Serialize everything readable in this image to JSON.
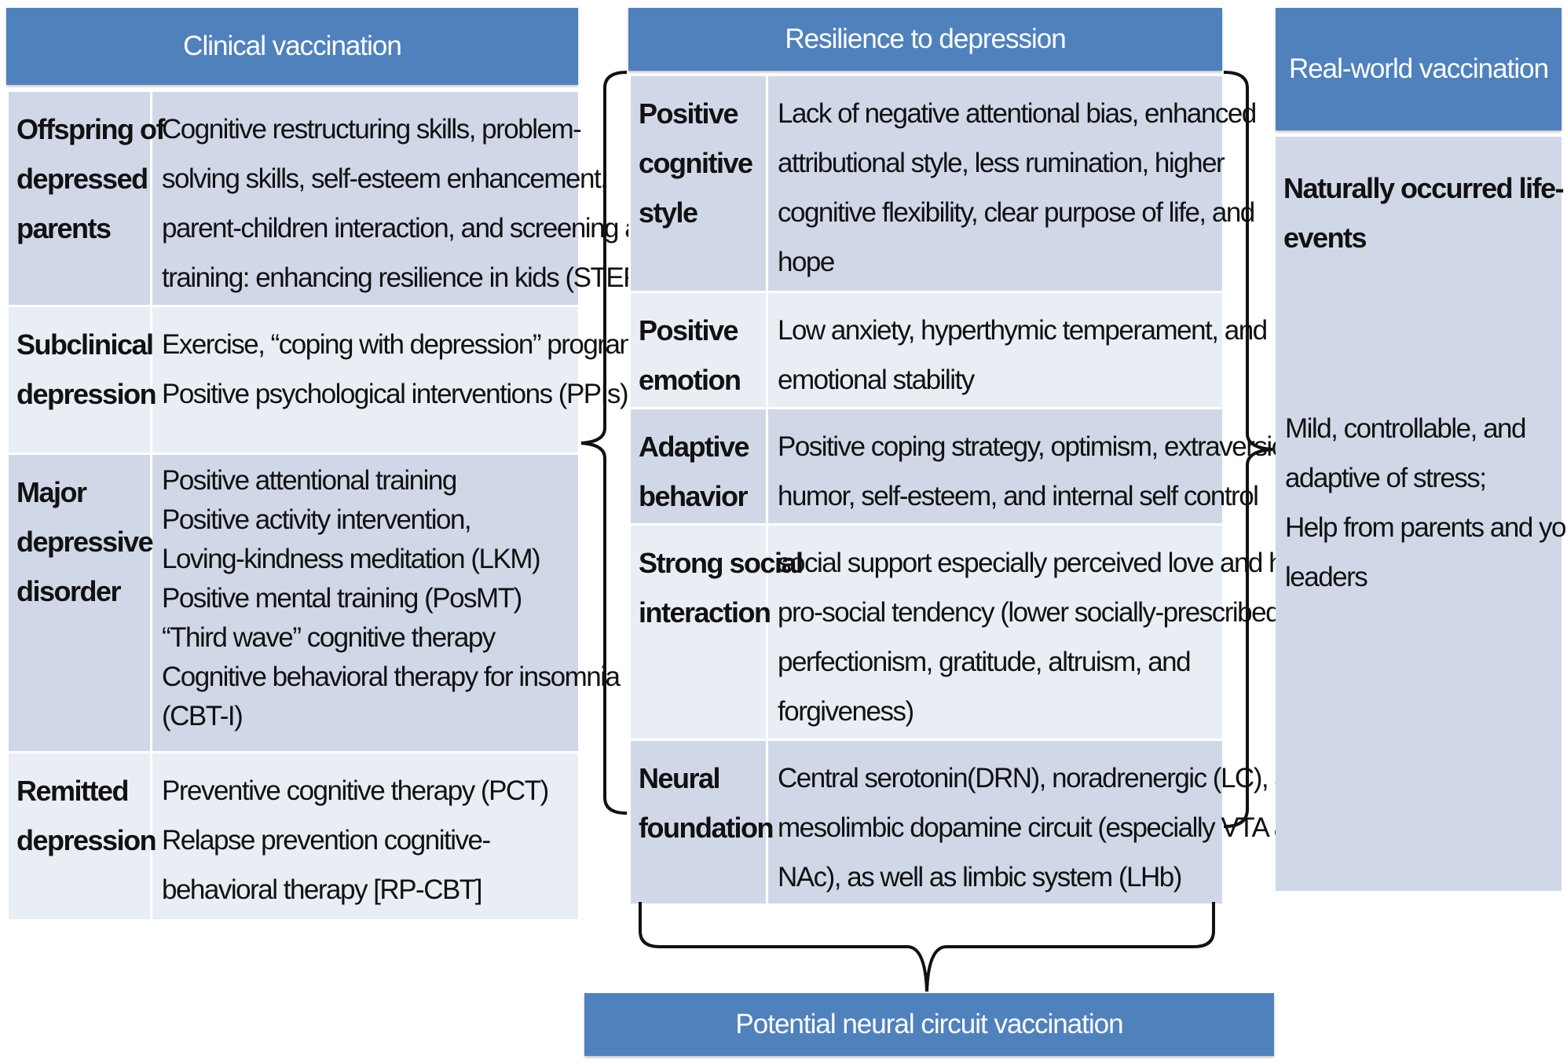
{
  "clinical": {
    "title": "Clinical vaccination",
    "rows": [
      {
        "label": [
          "Offspring of",
          "depressed",
          "parents"
        ],
        "text": [
          "Cognitive restructuring skills, problem-",
          "solving skills, self-esteem enhancement,",
          "parent-children interaction, and screening and",
          "training: enhancing resilience in kids (STERK)"
        ]
      },
      {
        "label": [
          "Subclinical",
          "depression"
        ],
        "text": [
          "Exercise, “coping with depression” program",
          "Positive psychological interventions (PPIs)"
        ]
      },
      {
        "label": [
          "Major",
          "depressive",
          "disorder"
        ],
        "text": [
          "Positive attentional training",
          "Positive activity intervention,",
          "Loving-kindness meditation (LKM)",
          "Positive mental training (PosMT)",
          "“Third wave” cognitive therapy",
          "Cognitive behavioral therapy for insomnia",
          "(CBT-I)"
        ]
      },
      {
        "label": [
          "Remitted",
          "depression"
        ],
        "text": [
          "Preventive cognitive therapy (PCT)",
          "Relapse prevention cognitive-",
          "behavioral therapy [RP-CBT]"
        ]
      }
    ]
  },
  "resilience": {
    "title": "Resilience to depression",
    "rows": [
      {
        "label": [
          "Positive",
          "cognitive",
          "style"
        ],
        "text": [
          "Lack of negative attentional bias, enhanced",
          "attributional style, less rumination, higher",
          "cognitive flexibility, clear purpose of life, and",
          "hope"
        ]
      },
      {
        "label": [
          "Positive",
          "emotion"
        ],
        "text": [
          "Low anxiety, hyperthymic temperament, and",
          "emotional stability"
        ]
      },
      {
        "label": [
          "Adaptive",
          "behavior"
        ],
        "text": [
          "Positive coping strategy, optimism, extraversion,",
          "humor, self-esteem, and internal self control"
        ]
      },
      {
        "label": [
          "Strong social",
          "interaction"
        ],
        "text": [
          "social support especially perceived love and high",
          "pro-social tendency (lower socially-prescribed",
          "perfectionism, gratitude, altruism, and",
          "forgiveness)"
        ]
      },
      {
        "label": [
          "Neural",
          "foundation"
        ],
        "text": [
          "Central serotonin(DRN), noradrenergic (LC), and",
          "mesolimbic dopamine circuit (especially VTA and",
          "NAc), as well as limbic system (LHb)"
        ]
      }
    ]
  },
  "realworld": {
    "title": "Real-world vaccination",
    "label": [
      "Naturally occurred life-",
      "events"
    ],
    "text": [
      "Mild, controllable, and",
      "adaptive of stress;",
      "Help from parents and young",
      "leaders"
    ]
  },
  "neural": {
    "title": "Potential neural circuit vaccination"
  }
}
